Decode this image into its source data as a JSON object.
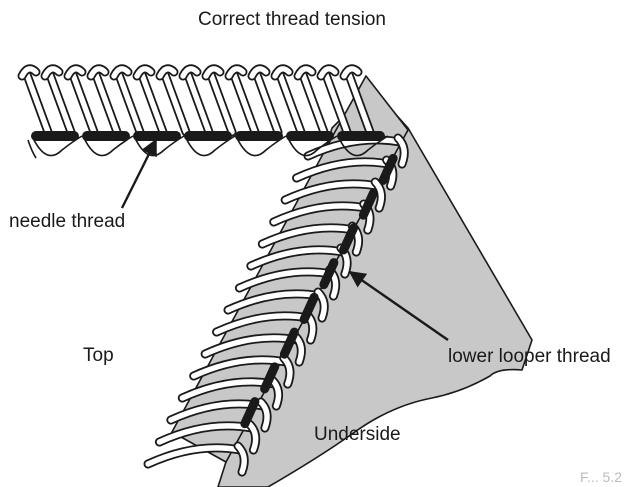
{
  "labels": {
    "title": "Correct thread tension",
    "needle_thread": "needle thread",
    "top": "Top",
    "lower_looper_thread": "lower looper thread",
    "underside": "Underside",
    "corner_mark": "F... 5.2"
  },
  "colors": {
    "fabric": "#c8c8c8",
    "outline": "#1a1a1a",
    "thread_fill": "#ffffff",
    "needle_thread": "#1a1a1a",
    "background": "#ffffff"
  }
}
